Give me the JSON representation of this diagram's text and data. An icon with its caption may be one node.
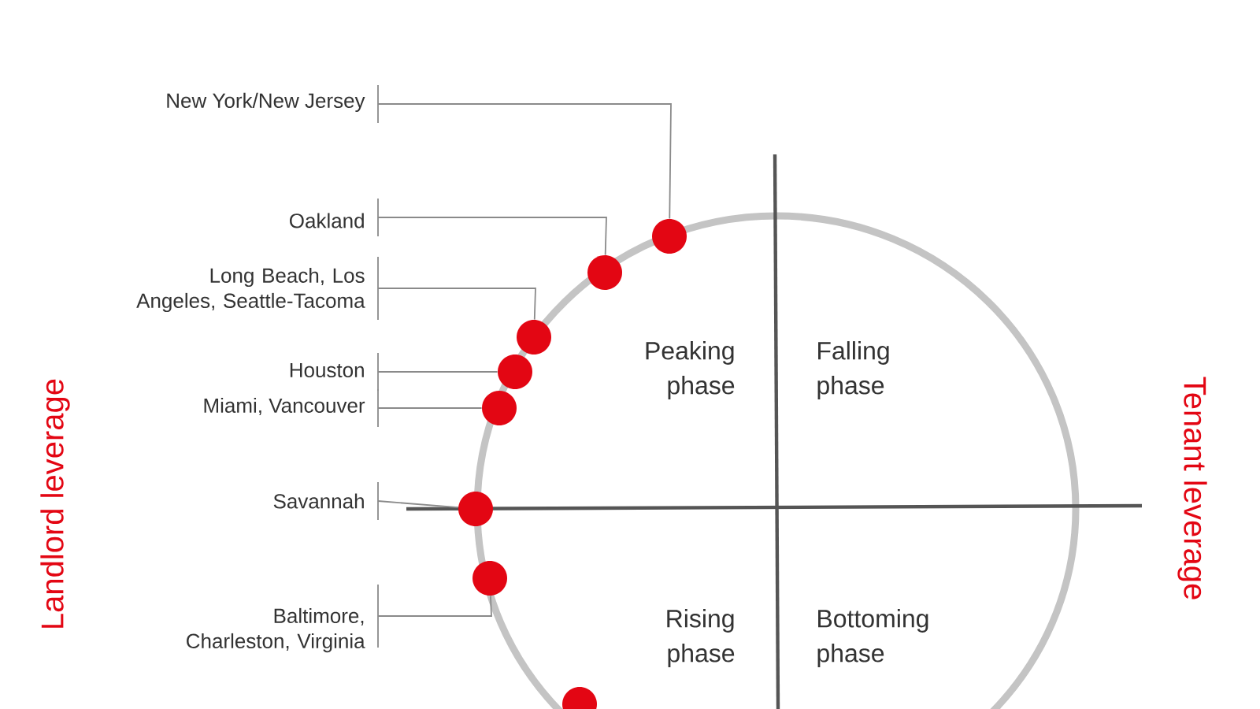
{
  "diagram": {
    "nodes": [
      {
        "text": [
          "New York/New Jersey"
        ]
      },
      {
        "text": [
          "Oakland"
        ]
      },
      {
        "text": [
          "Long Beach, Los Angeles, Seattle-Tacoma"
        ]
      },
      {
        "text": [
          "Houston"
        ]
      },
      {
        "text": [
          "Miami, Vancouver"
        ]
      },
      {
        "text": [
          "Savannah"
        ]
      },
      {
        "text": [
          "Baltimore, Charleston, Virginia"
        ]
      },
      {
        "text": [],
        "shape": "circle"
      },
      {
        "text": [],
        "shape": "circle"
      },
      {
        "text": [],
        "shape": "circle"
      },
      {
        "text": [],
        "shape": "circle"
      },
      {
        "text": [],
        "shape": "circle"
      },
      {
        "text": [],
        "shape": "circle"
      },
      {
        "text": [],
        "shape": "circle"
      },
      {
        "text": [],
        "shape": "circle"
      }
    ],
    "edges": [
      {
        "from": 0,
        "to": 7,
        "arrow": "none"
      },
      {
        "from": 1,
        "to": 8,
        "arrow": "none"
      },
      {
        "from": 2,
        "to": 9,
        "arrow": "none"
      },
      {
        "from": 3,
        "to": 10,
        "arrow": "none"
      },
      {
        "from": 4,
        "to": 11,
        "arrow": "none"
      },
      {
        "from": 5,
        "to": 12,
        "arrow": "none"
      },
      {
        "from": 6,
        "to": 13,
        "arrow": "none"
      }
    ],
    "labels": [
      "Peaking phase",
      "Falling phase",
      "Landlord leverage",
      "Tenant leverage",
      "Rising phase",
      "Bottoming phase"
    ]
  }
}
